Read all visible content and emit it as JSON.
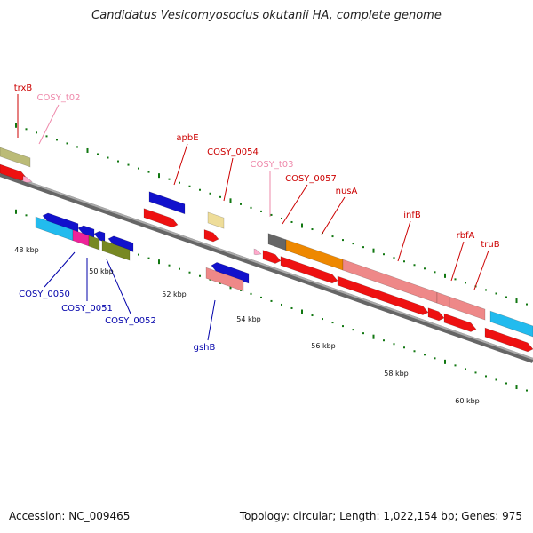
{
  "title": "Candidatus Vesicomyosocius okutanii HA, complete genome",
  "footer": {
    "accession": "Accession: NC_009465",
    "summary": "Topology: circular; Length: 1,022,154 bp; Genes: 975"
  },
  "colors": {
    "forward_red": "#ee1111",
    "reverse_blue": "#1111cc",
    "cds_salmon": "#ee8888",
    "cds_orange": "#ee8800",
    "cds_cyan": "#22bbee",
    "cds_olive": "#778822",
    "cds_khaki": "#bbbb77",
    "cds_pale_yellow": "#eedd99",
    "cds_magenta": "#ee2299",
    "cds_gray": "#666666",
    "trna_pink": "#ffaacc",
    "tick_green": "#117711",
    "backbone": "#888888"
  },
  "tick_labels": [
    "48 kbp",
    "50 kbp",
    "52 kbp",
    "54 kbp",
    "56 kbp",
    "58 kbp",
    "60 kbp"
  ],
  "gene_labels": {
    "trxB": "trxB",
    "cosy_t02": "COSY_t02",
    "apbE": "apbE",
    "cosy_0054": "COSY_0054",
    "cosy_t03": "COSY_t03",
    "cosy_0057": "COSY_0057",
    "nusA": "nusA",
    "infB": "infB",
    "rbfA": "rbfA",
    "truB": "truB",
    "cosy_0050": "COSY_0050",
    "cosy_0051": "COSY_0051",
    "cosy_0052": "COSY_0052",
    "gshB": "gshB"
  }
}
